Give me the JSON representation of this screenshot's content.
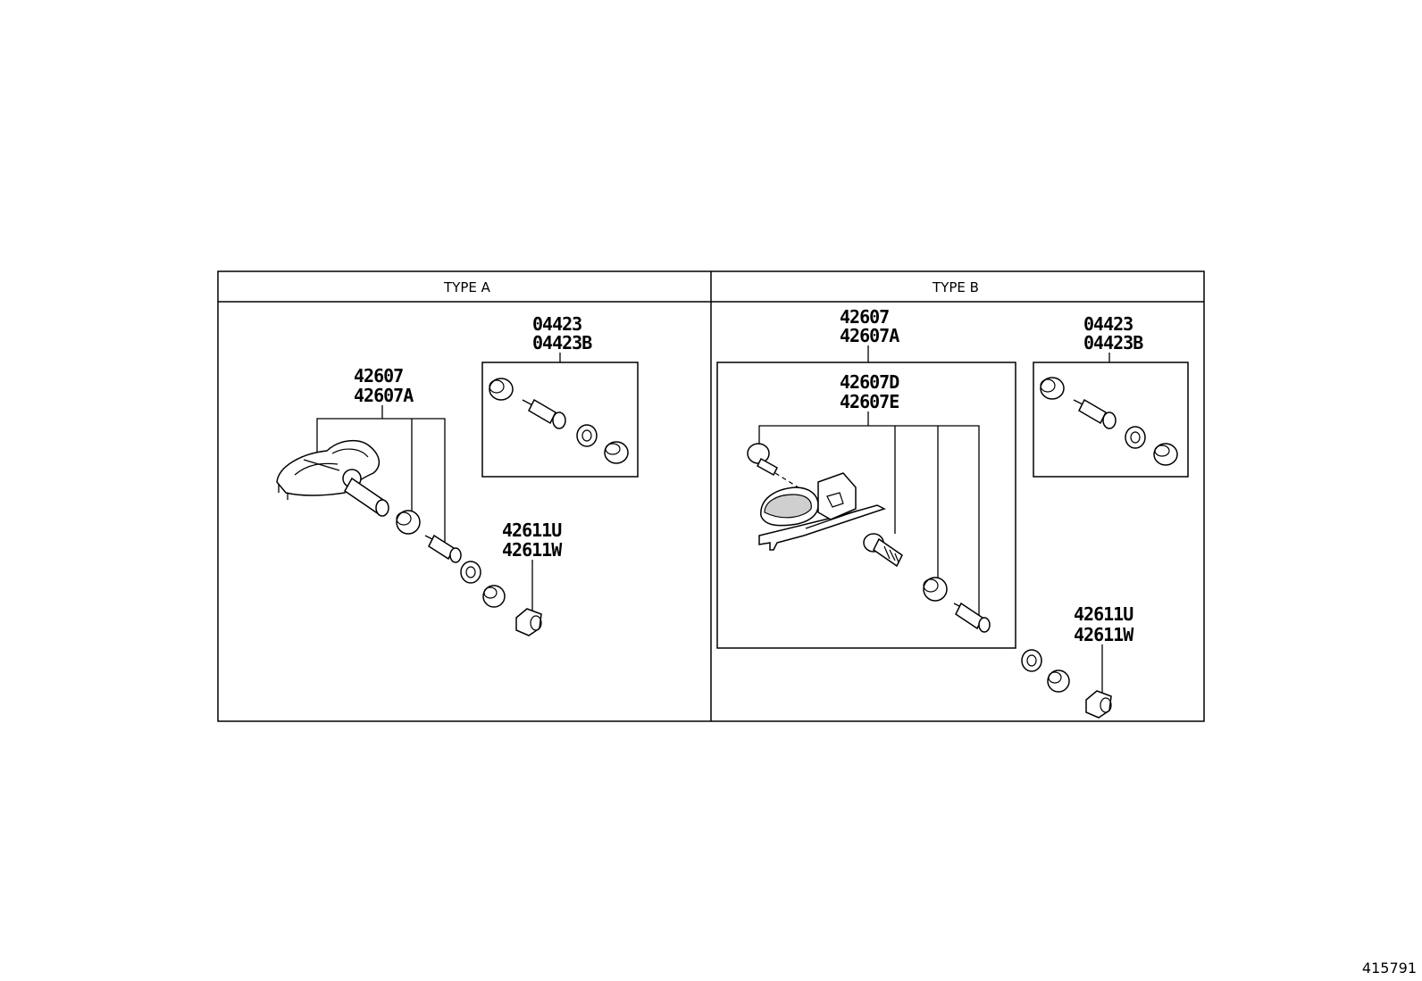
{
  "panels": [
    {
      "id": "type-a",
      "header": "TYPE A",
      "labels": {
        "sensor_assy": [
          "42607",
          "42607A"
        ],
        "valve_kit": [
          "04423",
          "04423B"
        ],
        "cap": [
          "42611U",
          "42611W"
        ]
      }
    },
    {
      "id": "type-b",
      "header": "TYPE B",
      "labels": {
        "sensor_assy": [
          "42607",
          "42607A"
        ],
        "sensor_sub": [
          "42607D",
          "42607E"
        ],
        "valve_kit": [
          "04423",
          "04423B"
        ],
        "cap": [
          "42611U",
          "42611W"
        ]
      }
    }
  ],
  "figure_id": "415791"
}
